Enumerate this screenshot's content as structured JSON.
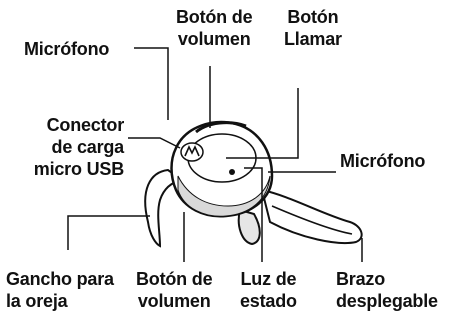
{
  "labels": {
    "volume_top": [
      "Botón de",
      "volumen"
    ],
    "call_button": [
      "Botón",
      "Llamar"
    ],
    "mic_left": [
      "Micrófono"
    ],
    "usb_connector": [
      "Conector",
      "de carga",
      "micro USB"
    ],
    "mic_right": [
      "Micrófono"
    ],
    "ear_hook": [
      "Gancho para",
      "la oreja"
    ],
    "volume_bottom": [
      "Botón de",
      "volumen"
    ],
    "status_light": [
      "Luz de",
      "estado"
    ],
    "boom": [
      "Brazo",
      "desplegable"
    ]
  },
  "colors": {
    "ink": "#111111",
    "paper": "#ffffff",
    "device_shade": "#d9d9d9"
  },
  "icons": {
    "logo": "motorola-logo"
  }
}
